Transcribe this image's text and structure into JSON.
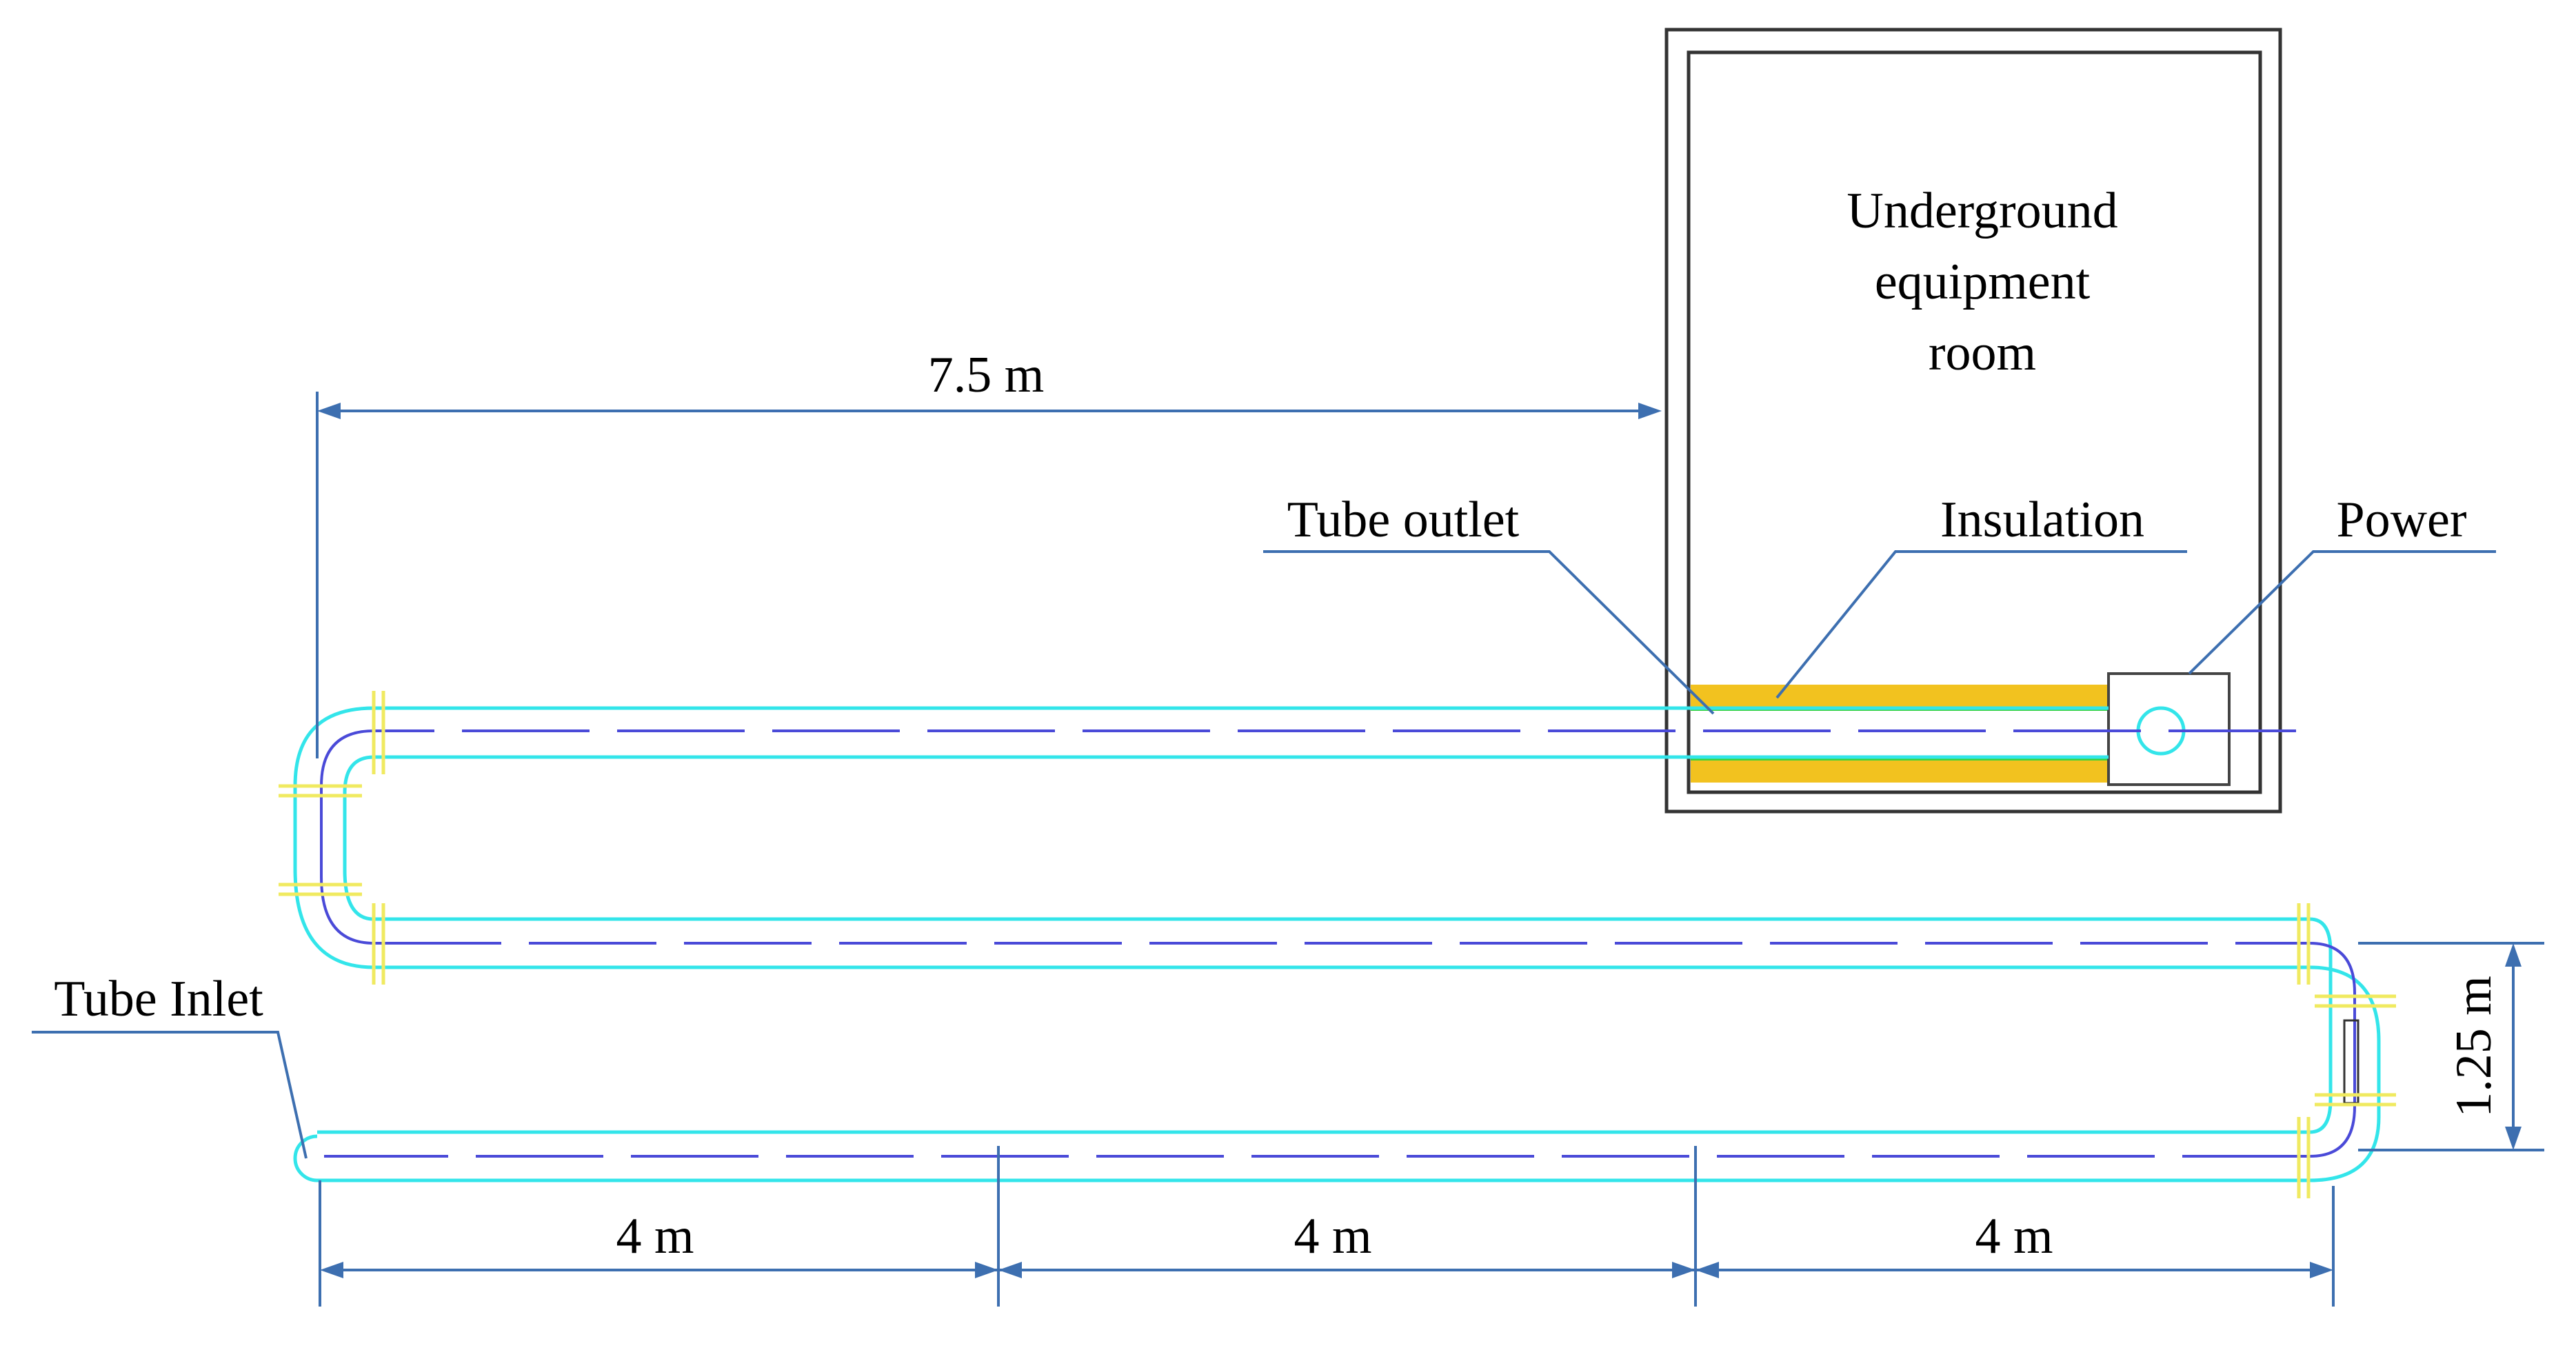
{
  "labels": {
    "room_line1": "Underground",
    "room_line2": "equipment",
    "room_line3": "room",
    "tube_outlet": "Tube outlet",
    "insulation": "Insulation",
    "power": "Power",
    "tube_inlet": "Tube Inlet"
  },
  "dimensions": {
    "outlet_distance": "7.5 m",
    "segment_1": "4 m",
    "segment_2": "4 m",
    "segment_3": "4 m",
    "loop_spacing": "1.25 m"
  },
  "colors": {
    "tube_outer": "#33e5ea",
    "tube_center": "#4a4ad8",
    "insulation": "#f2c21f",
    "insulation_edge": "#3cd23c",
    "dimension": "#3d6fb0",
    "flange": "#f0ea60",
    "room_wall": "#333333"
  }
}
